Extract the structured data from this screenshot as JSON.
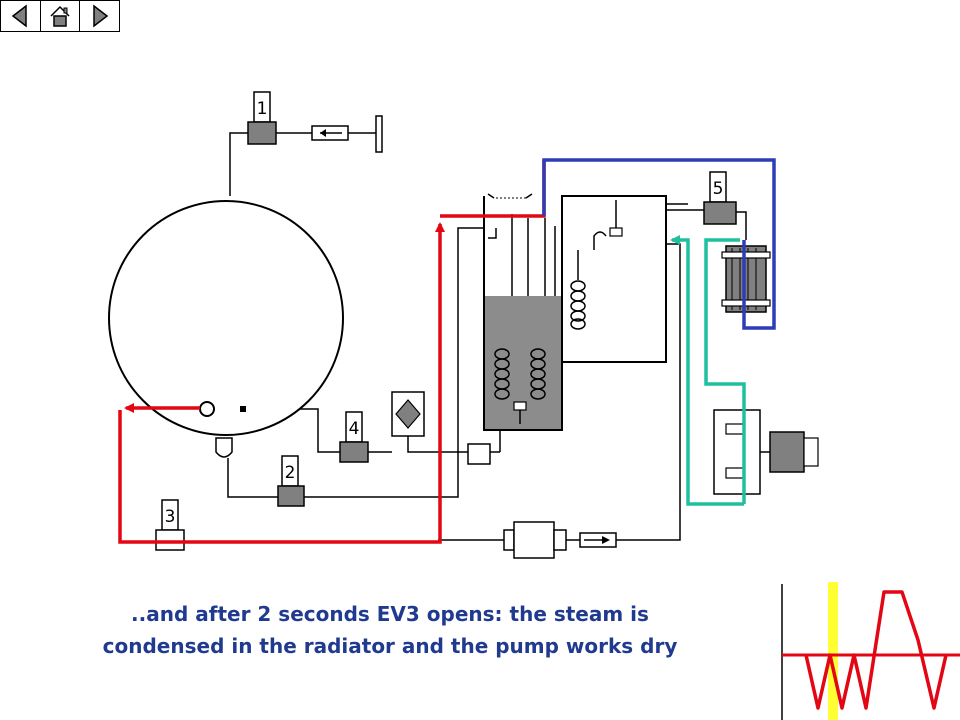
{
  "navigation": {
    "back_icon": "triangle-left-icon",
    "home_icon": "house-icon",
    "forward_icon": "triangle-right-icon"
  },
  "valves": {
    "v1": "1",
    "v2": "2",
    "v3": "3",
    "v4": "4",
    "v5": "5"
  },
  "caption": {
    "line1": "..and after 2 seconds EV3 opens: the steam is",
    "line2": "condensed in the radiator and the pump works dry"
  },
  "colors": {
    "steam_line": "#e30613",
    "coolant_line": "#1fbf9f",
    "return_line": "#2d3db5",
    "caption_text": "#1f3a8f",
    "signal_wave": "#e30613",
    "time_marker": "#ffff33",
    "liquid_fill": "#8c8c8c",
    "valve_body": "#808080"
  }
}
